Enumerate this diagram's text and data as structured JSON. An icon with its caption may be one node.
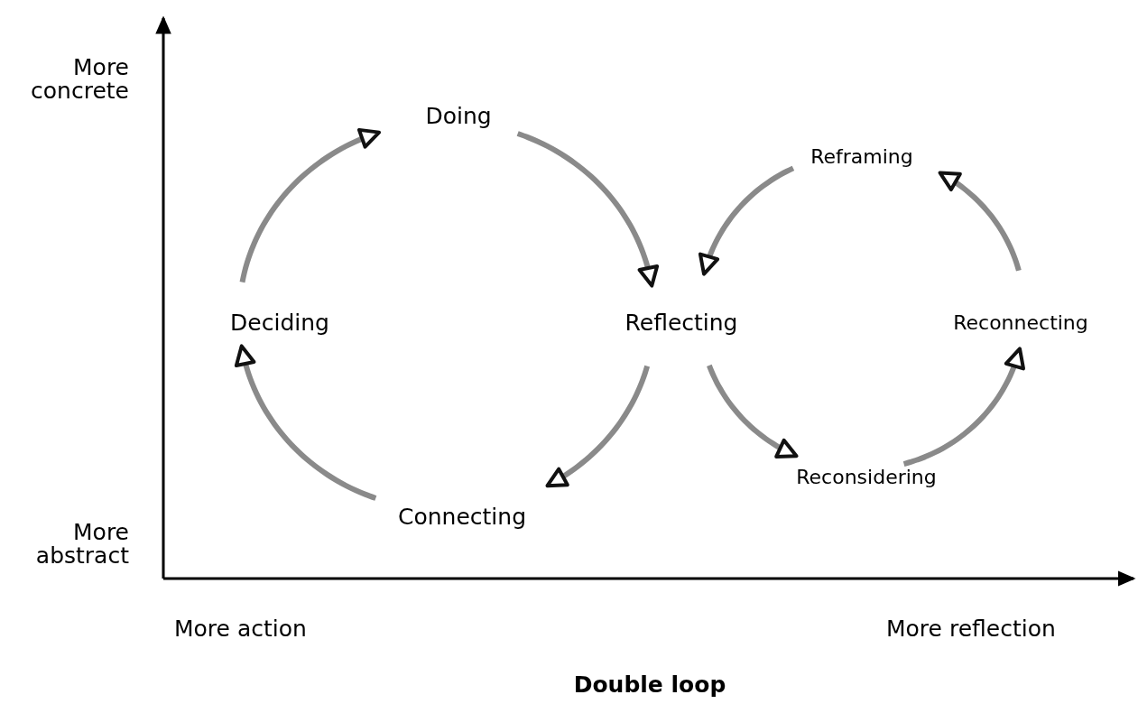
{
  "diagram": {
    "caption": "Double loop",
    "nodes": [
      {
        "text": [
          "Doing"
        ]
      },
      {
        "text": [
          "Reflecting"
        ]
      },
      {
        "text": [
          "Connecting"
        ]
      },
      {
        "text": [
          "Deciding"
        ]
      },
      {
        "text": [
          "Reframing"
        ]
      },
      {
        "text": [
          "Reconnecting"
        ]
      },
      {
        "text": [
          "Reconsidering"
        ]
      }
    ],
    "edges": [
      {
        "from": 0,
        "to": 1,
        "arrow": "to"
      },
      {
        "from": 1,
        "to": 2,
        "arrow": "to"
      },
      {
        "from": 2,
        "to": 3,
        "arrow": "to"
      },
      {
        "from": 3,
        "to": 0,
        "arrow": "to"
      },
      {
        "from": 1,
        "to": 6,
        "arrow": "to"
      },
      {
        "from": 6,
        "to": 5,
        "arrow": "to"
      },
      {
        "from": 5,
        "to": 4,
        "arrow": "to"
      },
      {
        "from": 4,
        "to": 1,
        "arrow": "to"
      }
    ],
    "labels": [
      "More concrete",
      "More abstract",
      "More action",
      "More reflection"
    ]
  }
}
